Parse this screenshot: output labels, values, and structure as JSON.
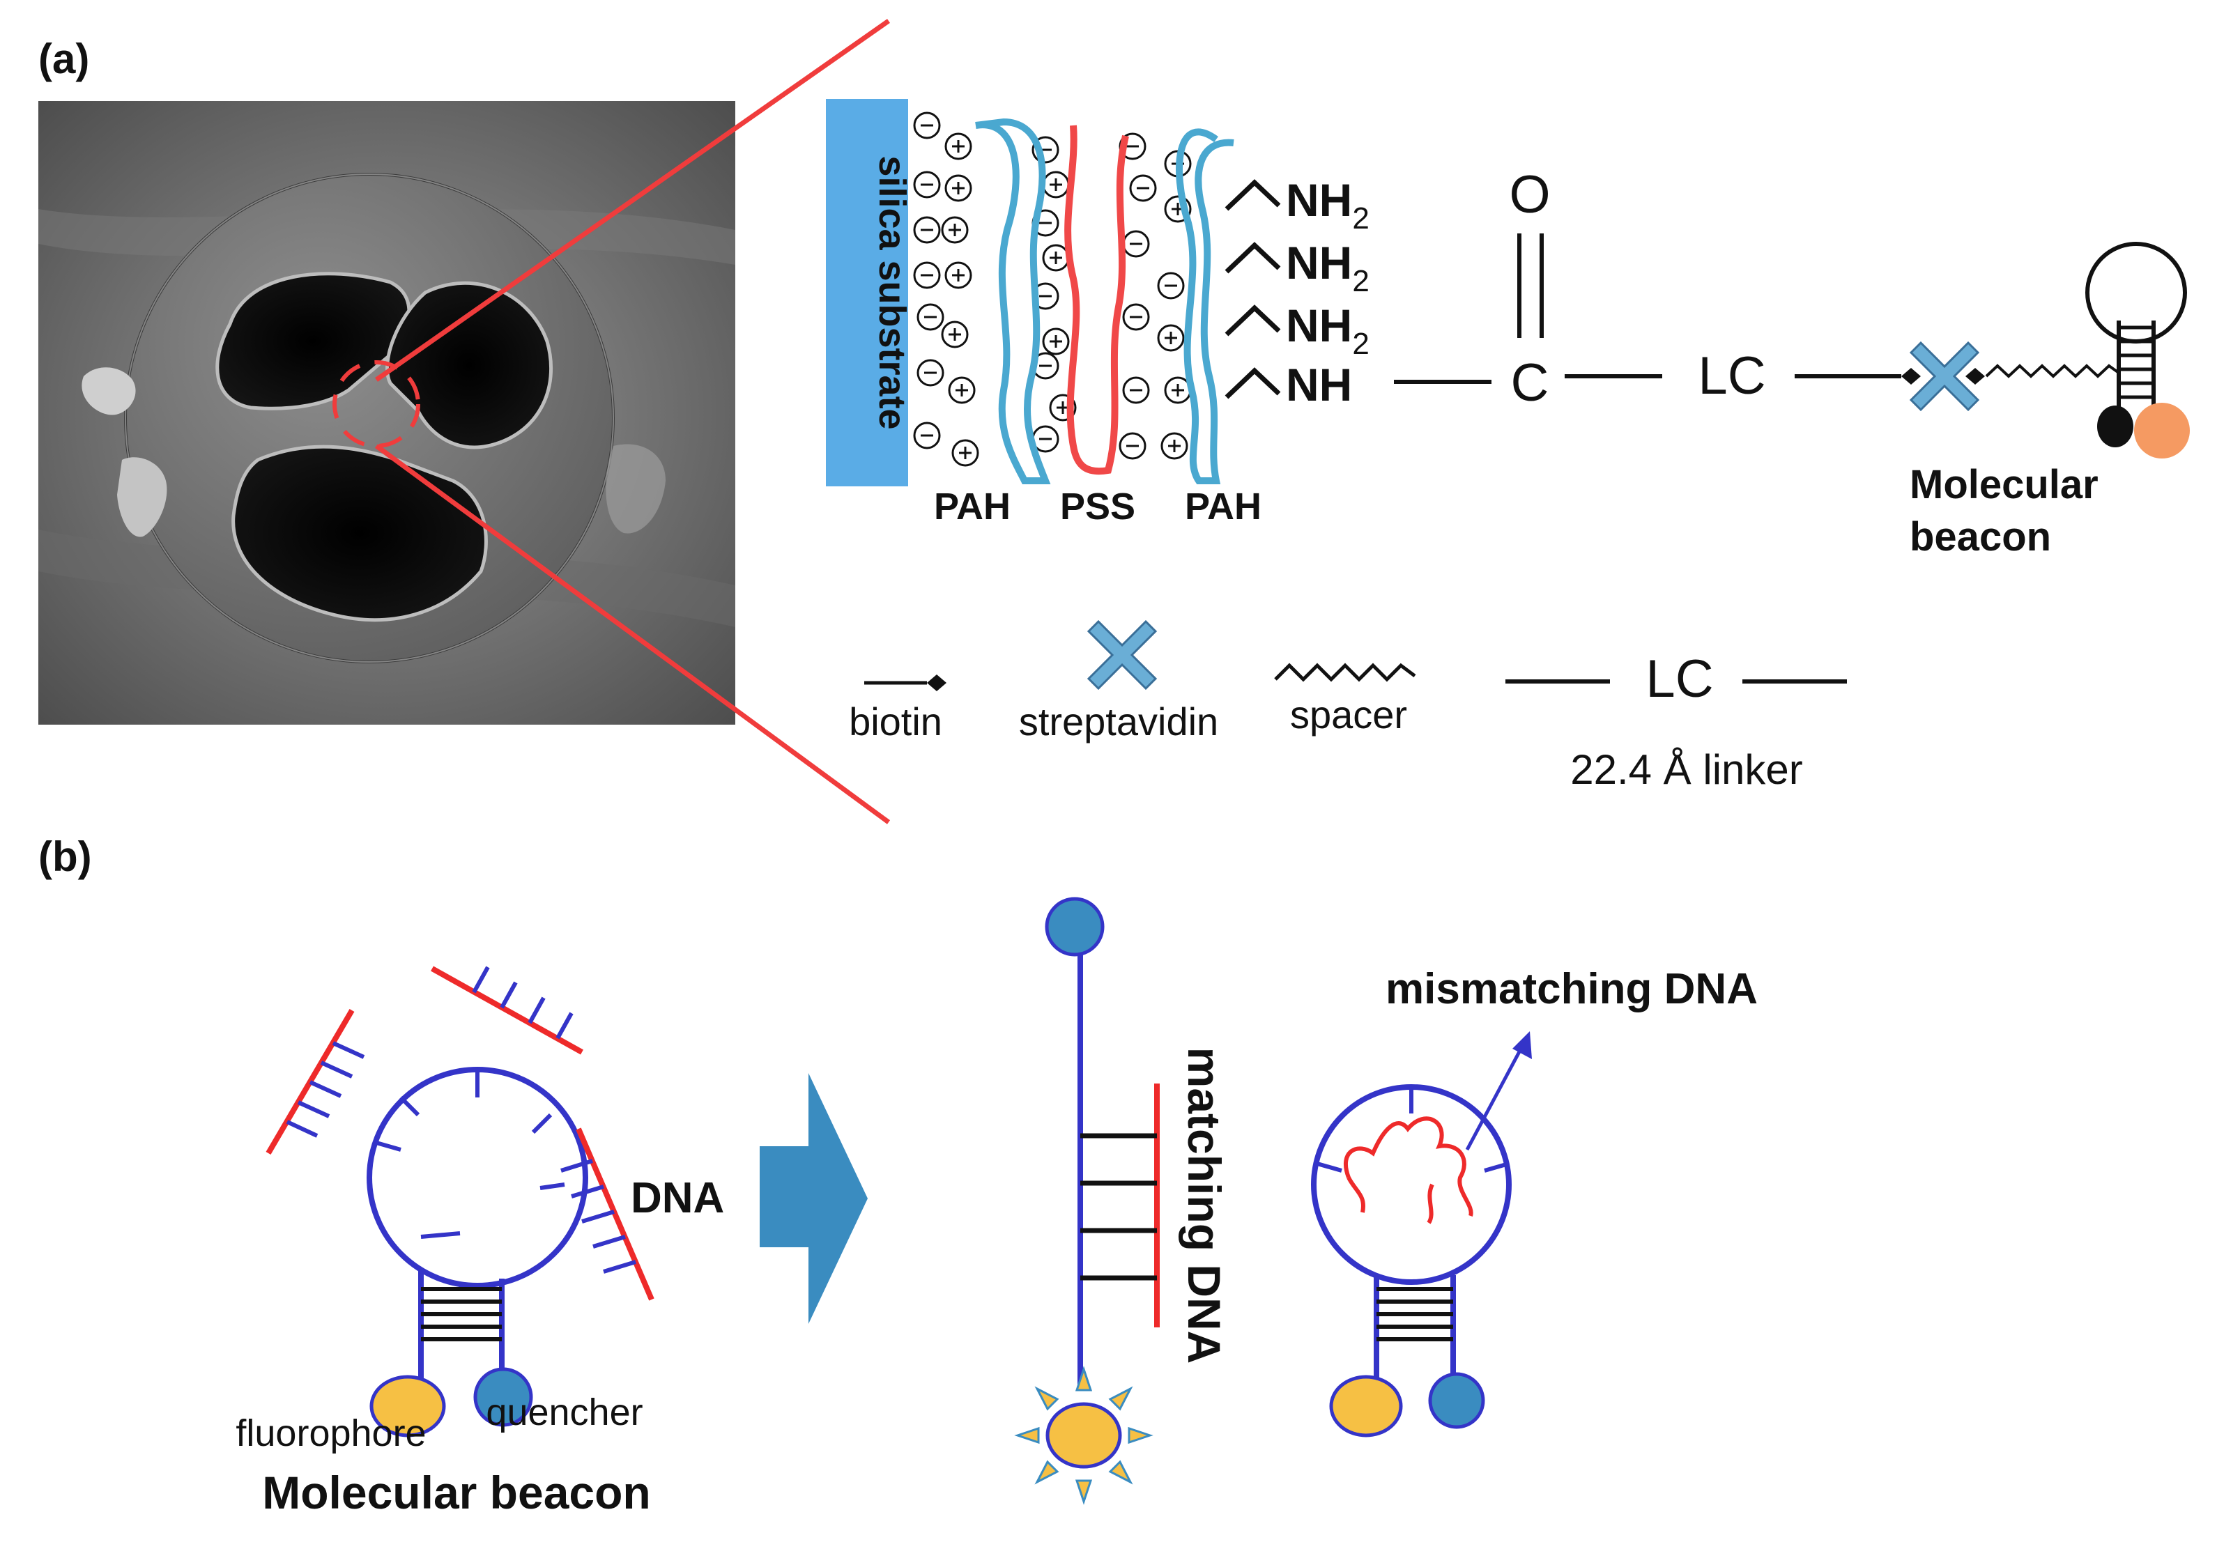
{
  "panel_a": {
    "label": "(a)",
    "substrate": "silica substrate",
    "layers": [
      "PAH",
      "PSS",
      "PAH"
    ],
    "amine": "NH",
    "amine_sub": "2",
    "nh_label": "NH",
    "carbonyl_o": "O",
    "carbonyl_c": "C",
    "lc": "LC",
    "beacon_label_1": "Molecular",
    "beacon_label_2": "beacon",
    "legend": {
      "biotin": "biotin",
      "streptavidin": "streptavidin",
      "spacer": "spacer",
      "lc": "LC",
      "linker": "22.4 Å linker"
    },
    "colors": {
      "substrate": "#5aace6",
      "pah": "#4aa8d0",
      "pss": "#f04848",
      "zoom_lines": "#f03c3c",
      "streptavidin": "#6aaed6",
      "quencher_dot": "#111111",
      "fluorophore_dot": "#f59a62"
    }
  },
  "panel_b": {
    "label": "(b)",
    "dna": "DNA",
    "fluorophore": "fluorophore",
    "quencher": "quencher",
    "title": "Molecular beacon",
    "matching": "matching DNA",
    "mismatching": "mismatching DNA",
    "colors": {
      "beacon": "#3434c8",
      "target": "#ee2a2a",
      "fluorophore": "#f6c044",
      "quencher": "#3a8cc0",
      "arrow": "#3a8cc0"
    }
  }
}
